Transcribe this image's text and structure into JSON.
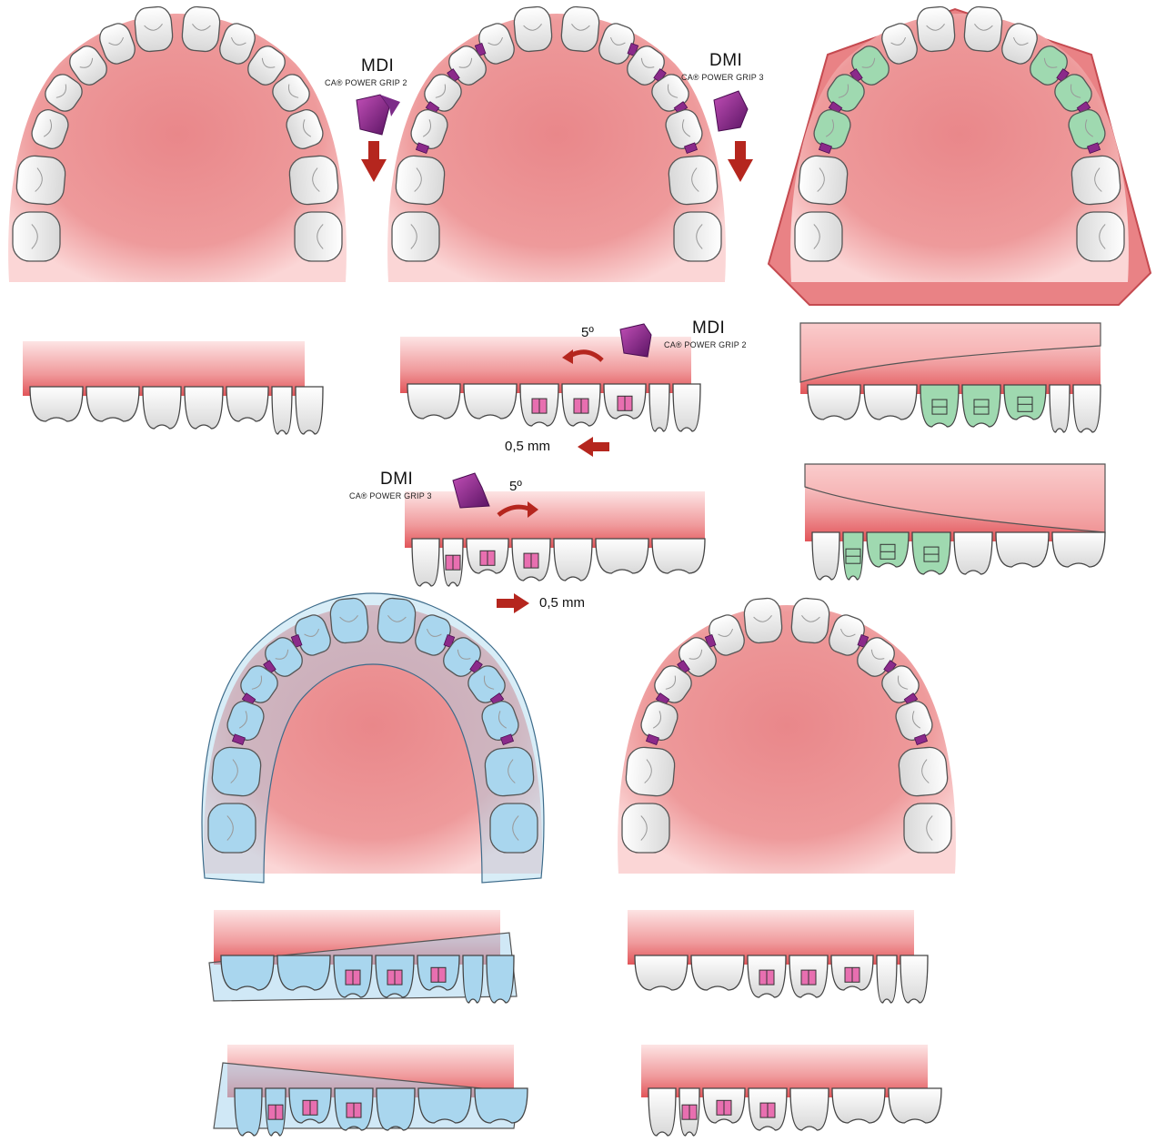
{
  "labels": {
    "mdi_top": "MDI",
    "mdi_top_sub": "CA® POWER GRIP 2",
    "dmi_top": "DMI",
    "dmi_top_sub": "CA® POWER GRIP 3",
    "mdi_mid": "MDI",
    "mdi_mid_sub": "CA® POWER GRIP 2",
    "mdi_mid_angle": "5º",
    "mdi_mid_distance": "0,5 mm",
    "dmi_mid": "DMI",
    "dmi_mid_sub": "CA® POWER GRIP 3",
    "dmi_mid_angle": "5º",
    "dmi_mid_distance": "0,5 mm"
  },
  "colors": {
    "gum": "#ea8c8e",
    "gum_light": "#f7c9c9",
    "tooth": "#ffffff",
    "tooth_stroke": "#555555",
    "aligner_green": "#9fd9b0",
    "aligner_blue": "#a9d6ee",
    "attachment_purple": "#8b2a8a",
    "bracket_pink": "#e86fb0",
    "arrow_red": "#b5261e"
  },
  "icons": [
    "arch-icon",
    "attachment-icon",
    "down-arrow-icon",
    "curved-arrow-icon",
    "right-arrow-icon",
    "left-arrow-icon"
  ]
}
